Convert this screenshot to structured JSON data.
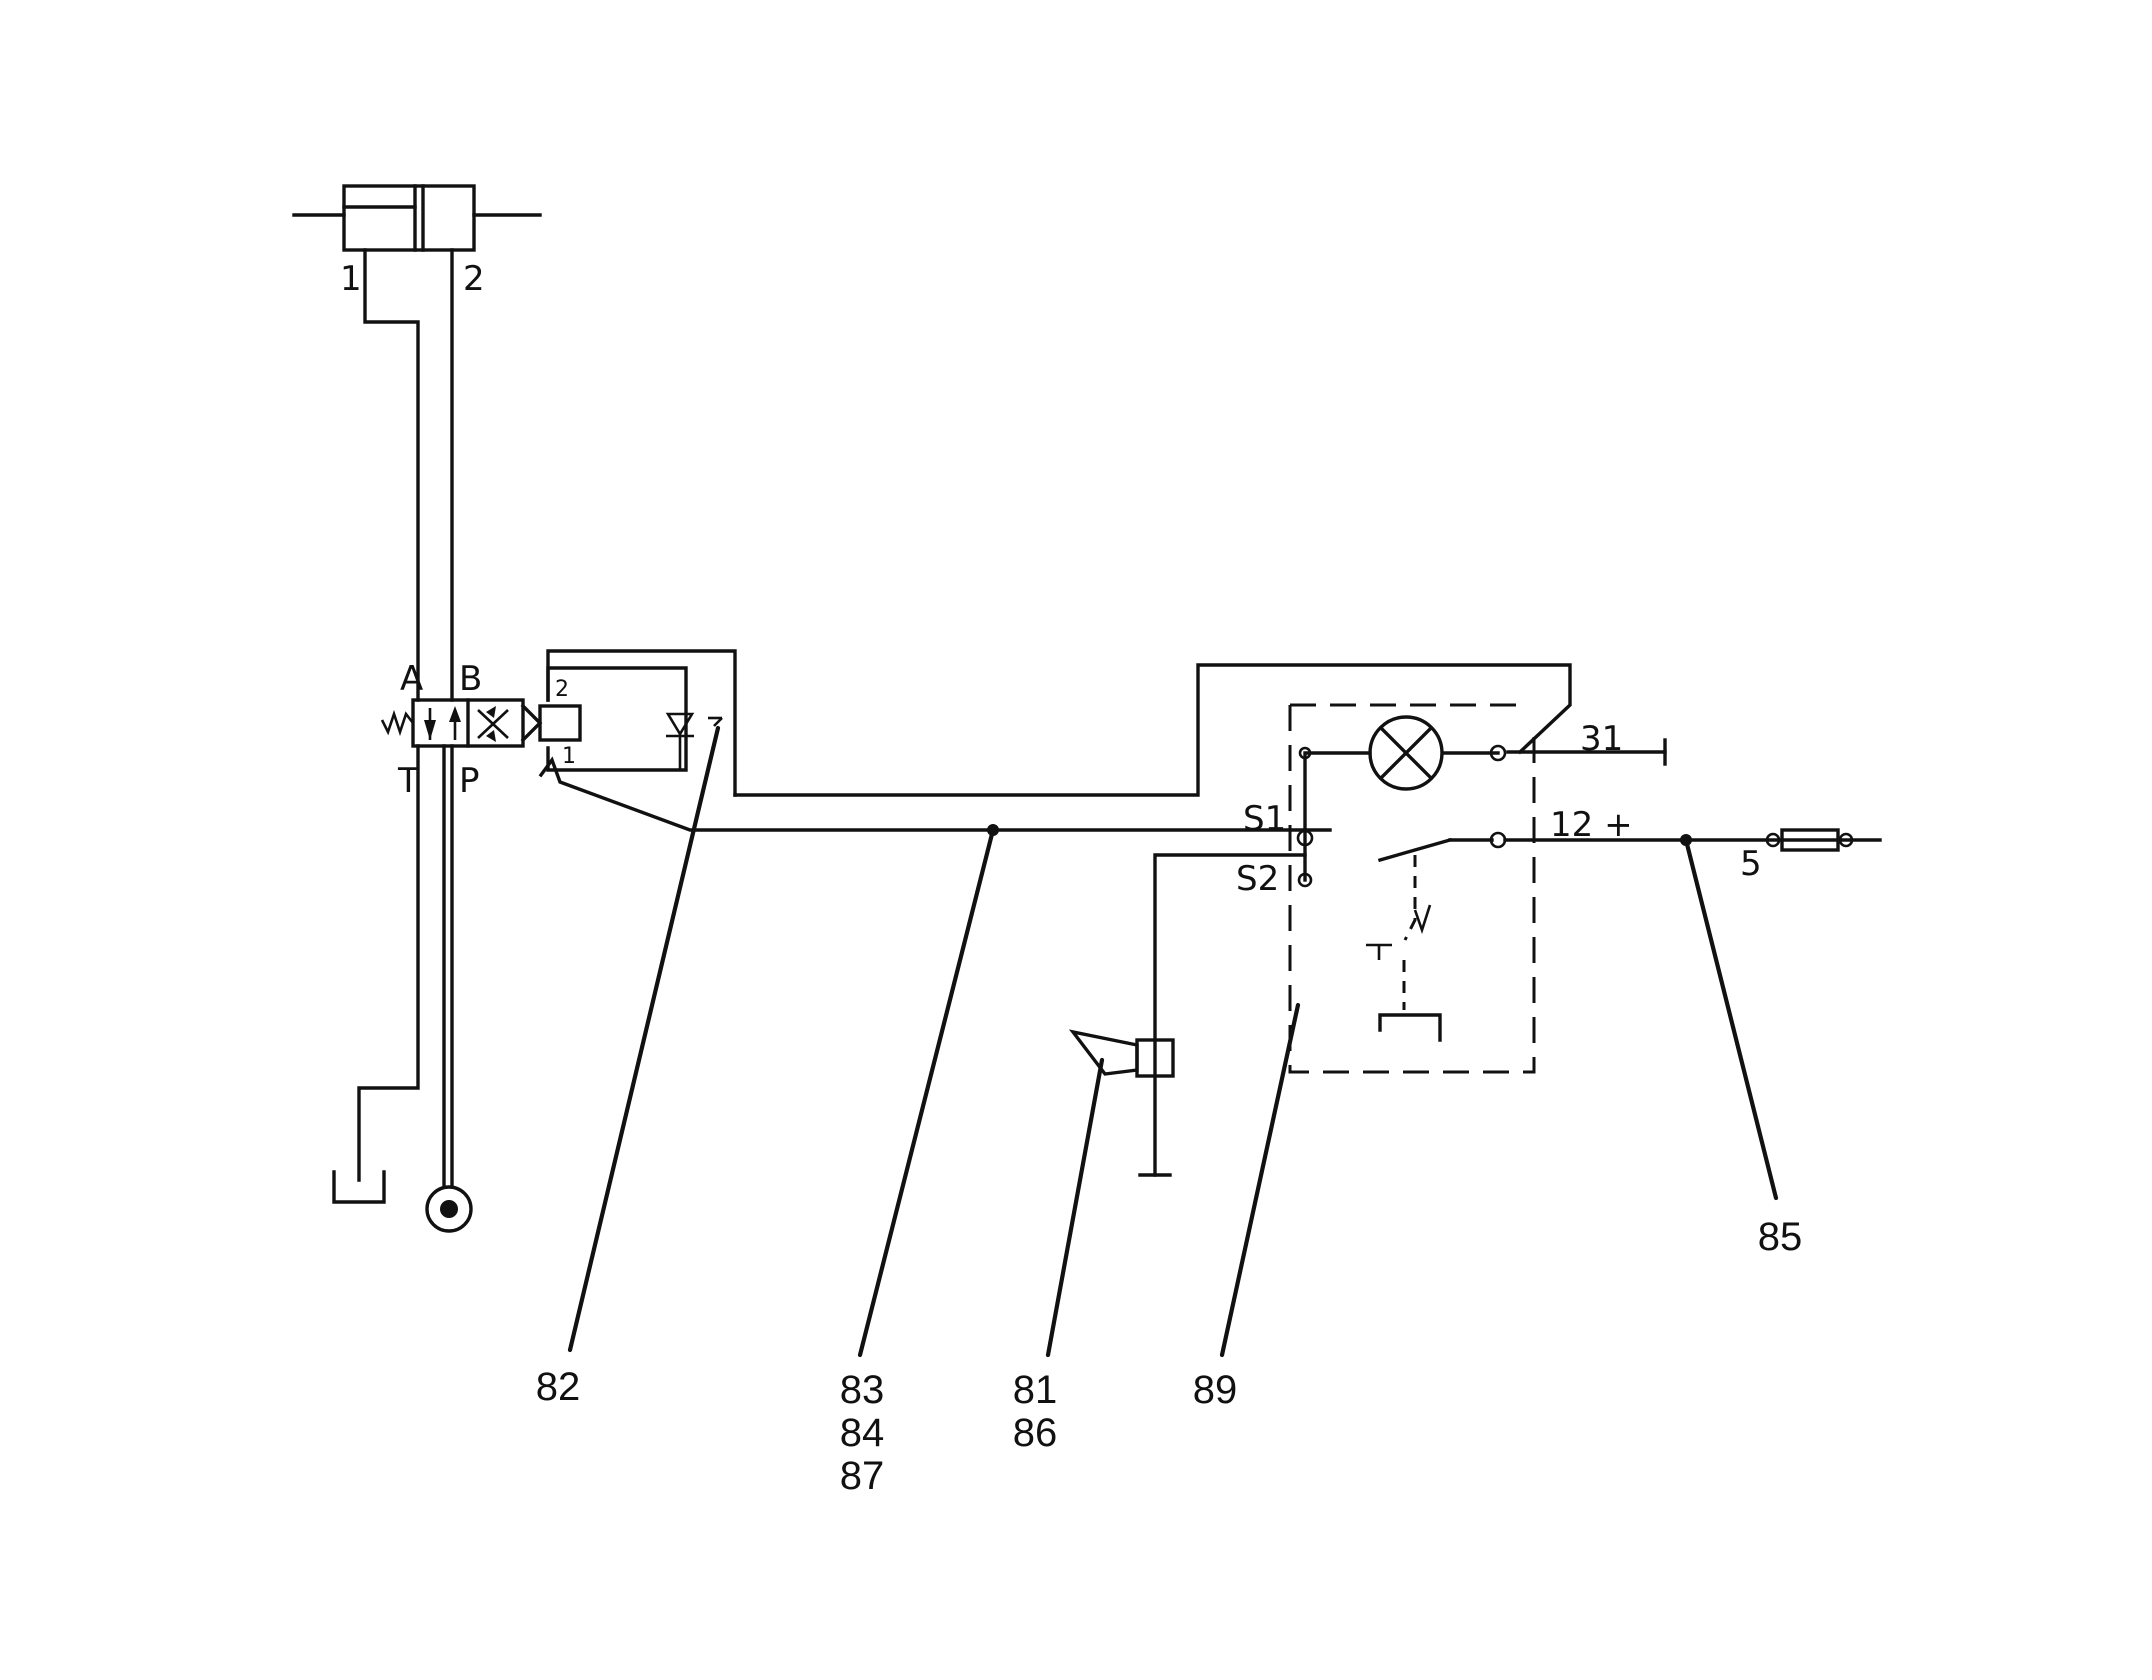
{
  "ports": {
    "cyl_1": "1",
    "cyl_2": "2",
    "valve_a": "A",
    "valve_b": "B",
    "valve_t": "T",
    "valve_p": "P",
    "sol_2": "2",
    "sol_1": "1"
  },
  "terminals": {
    "s1": "S1",
    "s2": "S2",
    "t31": "31",
    "t12": "12 +",
    "t5": "5"
  },
  "references": {
    "r82": "82",
    "r83": "83",
    "r84": "84",
    "r87": "87",
    "r81": "81",
    "r86": "86",
    "r89": "89",
    "r85": "85"
  }
}
